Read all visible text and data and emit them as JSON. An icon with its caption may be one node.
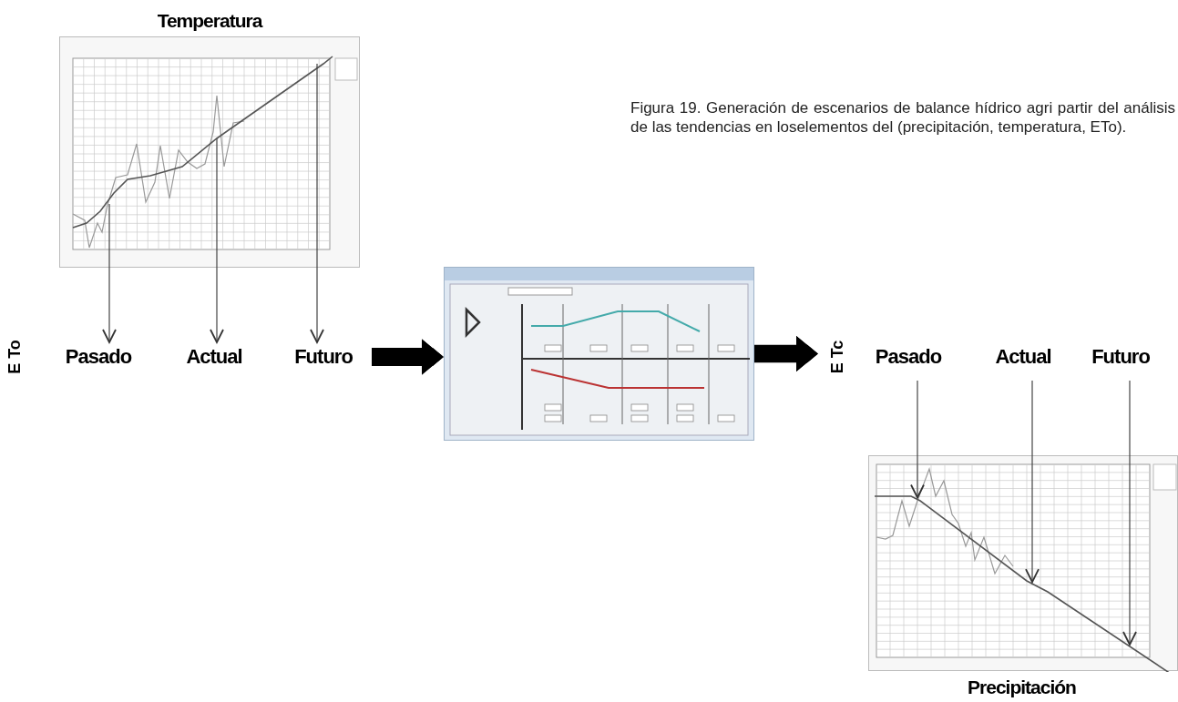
{
  "diagram": {
    "caption": "Figura 19. Generación de escenarios de balance hídrico agri partir del análisis de las tendencias en loselementos del (precipitación, temperatura, ETo).",
    "nodes": [
      {
        "text": [
          "Temperatura"
        ]
      },
      {
        "text": [
          "E To"
        ]
      },
      {
        "text": [
          "Pasado"
        ]
      },
      {
        "text": [
          "Actual"
        ]
      },
      {
        "text": [
          "Futuro"
        ]
      },
      {
        "text": [],
        "shape": "picture"
      },
      {
        "text": [
          "E Tc"
        ]
      },
      {
        "text": [
          "Pasado"
        ]
      },
      {
        "text": [
          "Actual"
        ]
      },
      {
        "text": [
          "Futuro"
        ]
      },
      {
        "text": [
          "Precipitación"
        ]
      }
    ],
    "edges": [
      {
        "from": 0,
        "to": 2,
        "arrow": "to"
      },
      {
        "from": 0,
        "to": 3,
        "arrow": "to"
      },
      {
        "from": 0,
        "to": 4,
        "arrow": "to"
      },
      {
        "from": 4,
        "to": 5,
        "arrow": "to",
        "style": "thick"
      },
      {
        "from": 5,
        "to": 6,
        "arrow": "to",
        "style": "thick"
      },
      {
        "from": 7,
        "to": 10,
        "arrow": "to"
      },
      {
        "from": 8,
        "to": 10,
        "arrow": "to"
      },
      {
        "from": 9,
        "to": 10,
        "arrow": "to"
      }
    ]
  }
}
